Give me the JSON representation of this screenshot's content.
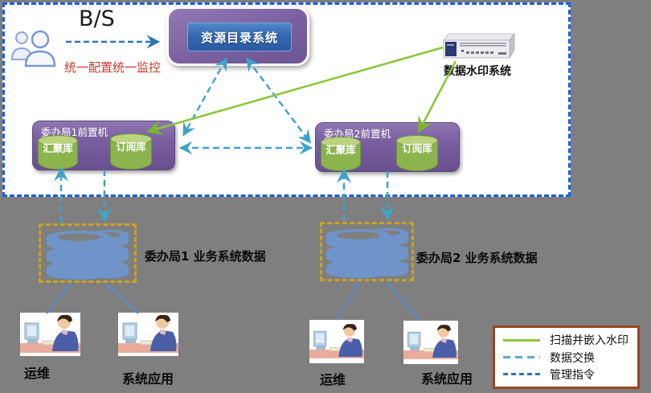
{
  "top_panel": {
    "bs_label": "B/S",
    "config_label": "统一配置统一监控",
    "resource_system_label": "资源目录系统",
    "watermark_system_label": "数据水印系统",
    "agency1": {
      "title": "委办局1前置机",
      "hub_db": "汇聚库",
      "sub_db": "订阅库"
    },
    "agency2": {
      "title": "委办局2前置机",
      "hub_db": "汇聚库",
      "sub_db": "订阅库"
    }
  },
  "bottom": {
    "agency1_data_label": "委办局1  业务系统数据",
    "agency2_data_label": "委办局2 业务系统数据",
    "agency1_ops_label": "运维",
    "agency1_app_label": "系统应用",
    "agency2_ops_label": "运维",
    "agency2_app_label": "系统应用"
  },
  "legend": {
    "items": [
      {
        "style": "solid-green",
        "label": "扫描并嵌入水印"
      },
      {
        "style": "dashed-teal",
        "label": "数据交换"
      },
      {
        "style": "dashed-blue",
        "label": "管理指令"
      }
    ]
  },
  "icons": {
    "users": "users-icon",
    "server": "server-appliance-icon",
    "database": "database-stack-icon",
    "person_computer": "person-at-computer-icon"
  },
  "colors": {
    "page_bg": "#7f7f7f",
    "panel_border": "#1c5ee0",
    "purple_box": "#7a5fa0",
    "blue_button": "#2c5ba4",
    "green_cylinder": "#8cb44e",
    "teal_arrow": "#3fa3c7",
    "green_line": "#8cc63e",
    "mgmt_blue": "#2e74b5",
    "red_text": "#c43b2f",
    "gold_border": "#c9a227",
    "legend_border": "#9c441c",
    "db_blue": "#6e94c9"
  }
}
